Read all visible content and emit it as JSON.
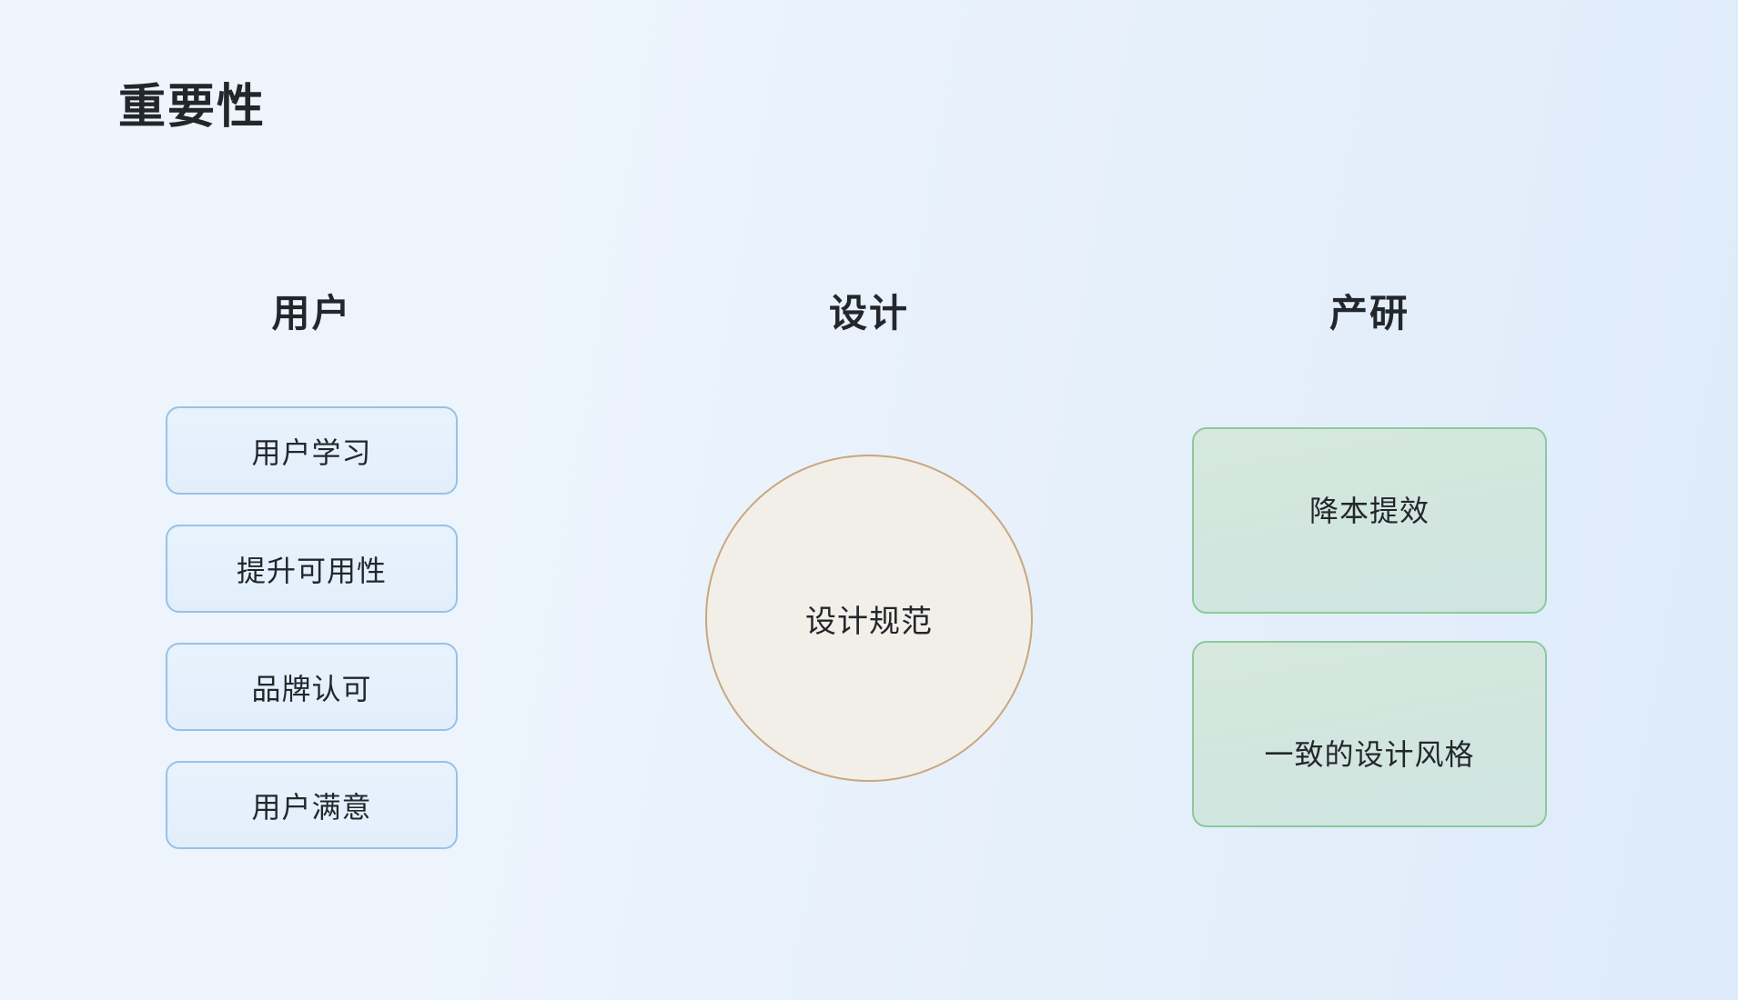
{
  "slide": {
    "title": "重要性",
    "background_gradient_from": "#eff5fc",
    "background_gradient_to": "#ddebfa"
  },
  "columns": {
    "users": {
      "header": "用户",
      "accent_border": "#96c2e9",
      "accent_fill": "#e3f0fb",
      "cards": [
        {
          "label": "用户学习"
        },
        {
          "label": "提升可用性"
        },
        {
          "label": "品牌认可"
        },
        {
          "label": "用户满意"
        }
      ]
    },
    "design": {
      "header": "设计",
      "accent_border": "#c9a77f",
      "accent_fill": "#f2efe9",
      "circle": {
        "label": "设计规范"
      }
    },
    "product": {
      "header": "产研",
      "accent_border": "#8ec89c",
      "accent_fill": "#d2e6de",
      "cards": [
        {
          "label": "降本提效"
        },
        {
          "label": "一致的设计风格"
        }
      ]
    }
  }
}
